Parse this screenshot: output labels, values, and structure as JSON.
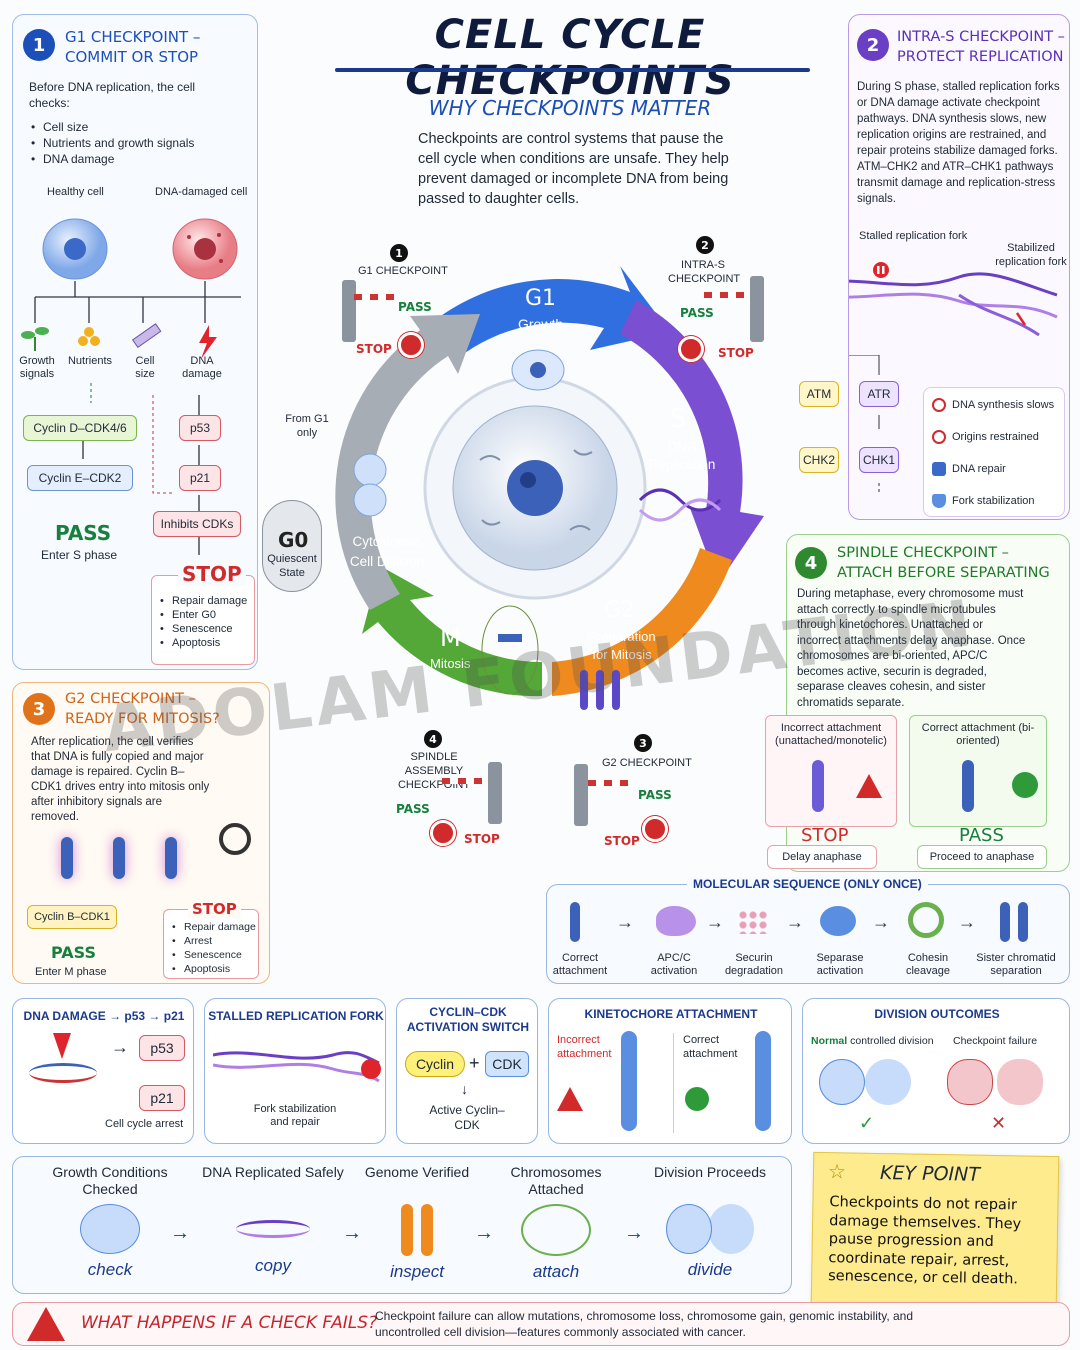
{
  "title": "CELL CYCLE CHECKPOINTS",
  "why": {
    "heading": "WHY CHECKPOINTS MATTER",
    "body": "Checkpoints are control systems that pause the cell cycle when conditions are unsafe. They help prevent damaged or incomplete DNA from being passed to daughter cells."
  },
  "g1_panel": {
    "number": "1",
    "title_line1": "G1 CHECKPOINT –",
    "title_line2": "COMMIT OR STOP",
    "intro": "Before DNA replication, the cell checks:",
    "checks": [
      "Cell size",
      "Nutrients and growth signals",
      "DNA damage"
    ],
    "healthy_label": "Healthy cell",
    "damaged_label": "DNA-damaged cell",
    "signals": [
      "Growth signals",
      "Nutrients",
      "Cell size",
      "DNA damage"
    ],
    "cyclin_d": "Cyclin D–CDK4/6",
    "cyclin_e": "Cyclin E–CDK2",
    "pass": "PASS",
    "pass_sub": "Enter S phase",
    "p53": "p53",
    "p21": "p21",
    "inhibits": "Inhibits CDKs",
    "stop": "STOP",
    "stop_items": [
      "Repair damage",
      "Enter G0",
      "Senescence",
      "Apoptosis"
    ]
  },
  "intra_s_panel": {
    "number": "2",
    "title_line1": "INTRA-S CHECKPOINT –",
    "title_line2": "PROTECT REPLICATION",
    "body": "During S phase, stalled replication forks or DNA damage activate checkpoint pathways. DNA synthesis slows, new replication origins are restrained, and repair proteins stabilize damaged forks. ATM–CHK2 and ATR–CHK1 pathways transmit damage and replication-stress signals.",
    "stalled_label": "Stalled replication fork",
    "stabilized_label": "Stabilized replication fork",
    "atm": "ATM",
    "chk2": "CHK2",
    "atr": "ATR",
    "chk1": "CHK1",
    "effects": [
      "DNA synthesis slows",
      "Origins restrained",
      "DNA repair",
      "Fork stabilization"
    ]
  },
  "wheel": {
    "g1": {
      "name": "G1",
      "sub": "Growth"
    },
    "s": {
      "name": "S",
      "sub": "DNA Replication"
    },
    "g2": {
      "name": "G2",
      "sub": "Preparation for Mitosis"
    },
    "m": {
      "name": "M",
      "sub": "Mitosis"
    },
    "cyto": "Cytokinesis Cell Division",
    "g0_name": "G0",
    "g0_sub": "Quiescent State",
    "from_g1": "From G1 only",
    "cp1": {
      "num": "1",
      "label": "G1 CHECKPOINT",
      "pass": "PASS",
      "stop": "STOP"
    },
    "cp2": {
      "num": "2",
      "label": "INTRA-S CHECKPOINT",
      "pass": "PASS",
      "stop": "STOP"
    },
    "cp3": {
      "num": "3",
      "label": "G2 CHECKPOINT",
      "pass": "PASS",
      "stop": "STOP"
    },
    "cp4": {
      "num": "4",
      "label": "SPINDLE ASSEMBLY CHECKPOINT",
      "pass": "PASS",
      "stop": "STOP"
    }
  },
  "spindle_panel": {
    "number": "4",
    "title_line1": "SPINDLE CHECKPOINT –",
    "title_line2": "ATTACH BEFORE SEPARATING",
    "body": "During metaphase, every chromosome must attach correctly to spindle microtubules through kinetochores. Unattached or incorrect attachments delay anaphase. Once chromosomes are bi-oriented, APC/C becomes active, securin is degraded, separase cleaves cohesin, and sister chromatids separate.",
    "incorrect": "Incorrect attachment (unattached/monotelic)",
    "correct": "Correct attachment (bi-oriented)",
    "stop": "STOP",
    "stop_sub": "Delay anaphase",
    "pass": "PASS",
    "pass_sub": "Proceed to anaphase",
    "seq_title": "MOLECULAR SEQUENCE (ONLY ONCE)",
    "sequence": [
      "Correct attachment",
      "APC/C activation",
      "Securin degradation",
      "Separase activation",
      "Cohesin cleavage",
      "Sister chromatid separation"
    ]
  },
  "g2_panel": {
    "number": "3",
    "title_line1": "G2 CHECKPOINT –",
    "title_line2": "READY FOR MITOSIS?",
    "body": "After replication, the cell verifies that DNA is fully copied and major damage is repaired. Cyclin B–CDK1 drives entry into mitosis only after inhibitory signals are removed.",
    "cyclin_b": "Cyclin B–CDK1",
    "pass": "PASS",
    "pass_sub": "Enter M phase",
    "stop": "STOP",
    "stop_items": [
      "Repair damage",
      "Arrest",
      "Senescence",
      "Apoptosis"
    ]
  },
  "mini_panels": {
    "dna_damage": {
      "title": "DNA DAMAGE → p53 → p21",
      "p53": "p53",
      "p21": "p21",
      "caption": "Cell cycle arrest"
    },
    "stalled": {
      "title": "STALLED REPLICATION FORK",
      "caption": "Fork stabilization and repair"
    },
    "cyclin": {
      "title": "CYCLIN–CDK ACTIVATION SWITCH",
      "cyclin": "Cyclin",
      "plus": "+",
      "cdk": "CDK",
      "caption": "Active Cyclin–CDK"
    },
    "kinetochore": {
      "title": "KINETOCHORE ATTACHMENT",
      "incorrect": "Incorrect attachment",
      "correct": "Correct attachment"
    },
    "outcomes": {
      "title": "DIVISION OUTCOMES",
      "normal_bold": "Normal",
      "normal_rest": " controlled division",
      "failure": "Checkpoint failure"
    }
  },
  "flow": {
    "steps": [
      {
        "title": "Growth Conditions Checked",
        "word": "check"
      },
      {
        "title": "DNA Replicated Safely",
        "word": "copy"
      },
      {
        "title": "Genome Verified",
        "word": "inspect"
      },
      {
        "title": "Chromosomes Attached",
        "word": "attach"
      },
      {
        "title": "Division Proceeds",
        "word": "divide"
      }
    ]
  },
  "key_point": {
    "title": "KEY POINT",
    "body": "Checkpoints do not repair damage themselves. They pause progression and coordinate repair, arrest, senescence, or cell death."
  },
  "fail": {
    "title": "WHAT HAPPENS IF A CHECK FAILS?",
    "body": "Checkpoint failure can allow mutations, chromosome loss, chromosome gain, genomic instability, and uncontrolled cell division—features commonly associated with cancer."
  },
  "watermark": "ADOLAM FOUNDATION",
  "colors": {
    "g1": "#2f6fe0",
    "s": "#7b4fd1",
    "g2": "#ef8a1f",
    "m": "#53a838",
    "cyto": "#9aa0a8",
    "pass": "#16803c",
    "stop": "#d12a2a"
  }
}
